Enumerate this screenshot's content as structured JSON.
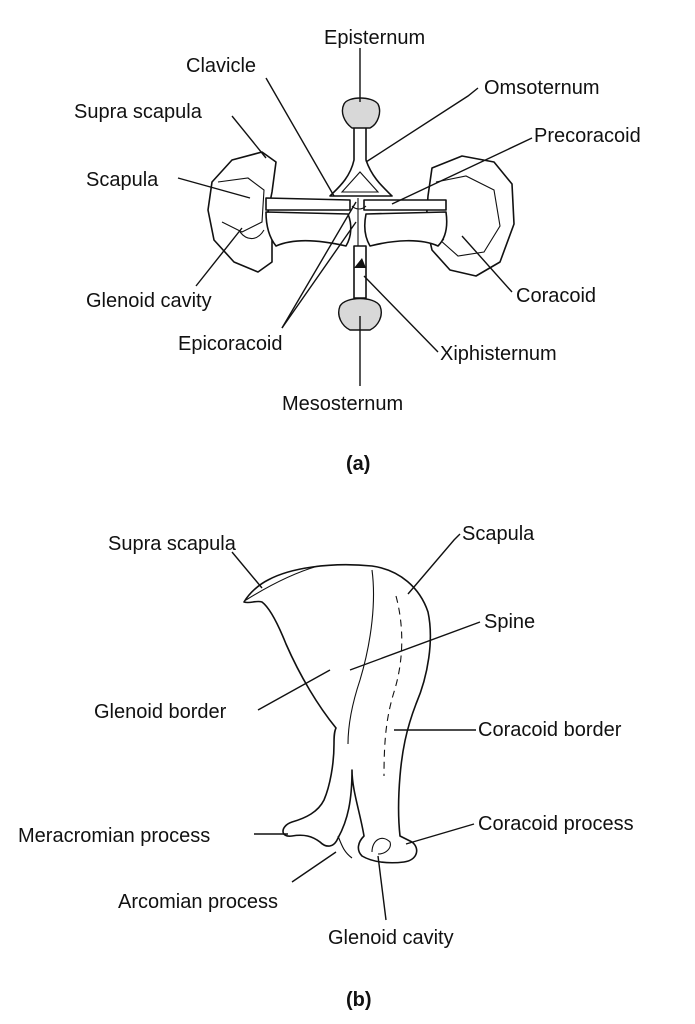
{
  "panel_a": {
    "caption": "(a)",
    "labels": {
      "episternum": "Episternum",
      "clavicle": "Clavicle",
      "omsoternum": "Omsoternum",
      "supra_scapula": "Supra scapula",
      "precoracoid": "Precoracoid",
      "scapula": "Scapula",
      "glenoid_cavity": "Glenoid cavity",
      "coracoid": "Coracoid",
      "epicoracoid": "Epicoracoid",
      "xiphisternum": "Xiphisternum",
      "mesosternum": "Mesosternum"
    }
  },
  "panel_b": {
    "caption": "(b)",
    "labels": {
      "supra_scapula": "Supra scapula",
      "scapula": "Scapula",
      "spine": "Spine",
      "glenoid_border": "Glenoid border",
      "coracoid_border": "Coracoid border",
      "meracromian_process": "Meracromian process",
      "coracoid_process": "Coracoid process",
      "arcomian_process": "Arcomian process",
      "glenoid_cavity": "Glenoid cavity"
    }
  },
  "colors": {
    "ink": "#111111",
    "background": "#ffffff",
    "stipple": "#d8d8d8"
  }
}
